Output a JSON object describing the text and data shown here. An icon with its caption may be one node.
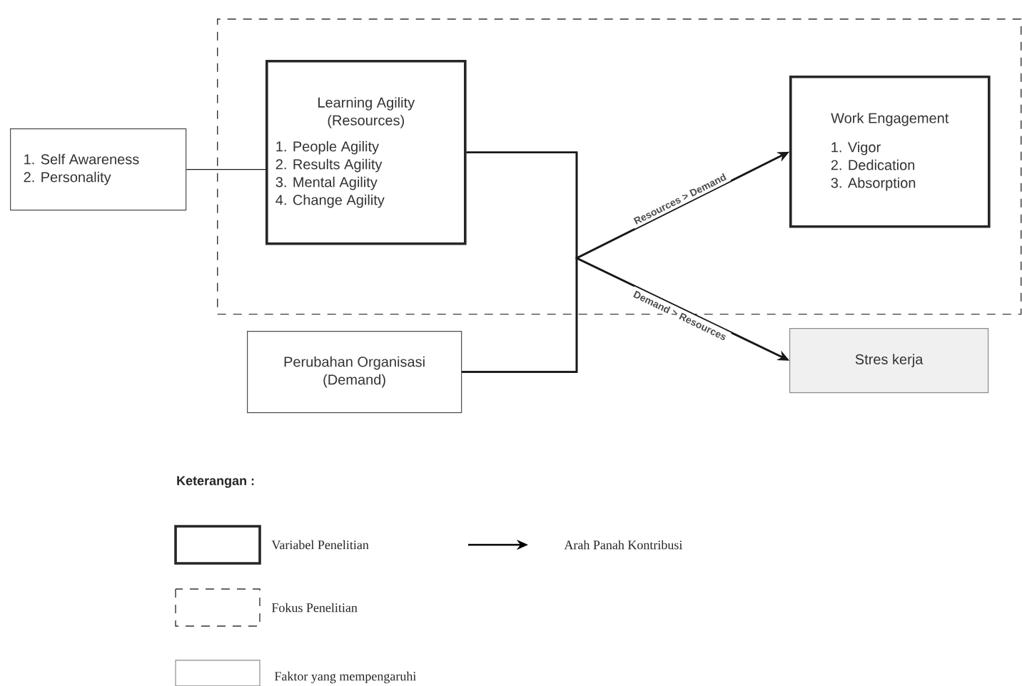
{
  "diagram": {
    "nodes": [
      {
        "text": [],
        "shape": "box"
      },
      {
        "text": [
          "1. Self Awareness",
          "2. Personality"
        ]
      },
      {
        "text": [
          "Learning Agility (Resources)",
          "1. People Agility",
          "2. Results Agility",
          "3. Mental Agility",
          "4. Change Agility"
        ],
        "in": 0
      },
      {
        "text": [
          "Work Engagement",
          "1. Vigor",
          "2. Dedication",
          "3. Absorption"
        ],
        "in": 0
      },
      {
        "text": [
          "Perubahan Organisasi (Demand)"
        ]
      },
      {
        "text": [
          "Stres kerja"
        ]
      }
    ],
    "edges": [
      {
        "from": 1,
        "to": 2,
        "arrow": "none"
      },
      {
        "from": 2,
        "to": 3,
        "arrow": "to",
        "label": "Resources > Demand"
      },
      {
        "from": 2,
        "to": 5,
        "arrow": "to"
      },
      {
        "from": 4,
        "to": 3,
        "arrow": "to"
      },
      {
        "from": 4,
        "to": 5,
        "arrow": "to",
        "label": "Demand > Resources"
      }
    ],
    "labels": [
      "Keterangan :"
    ],
    "legend": [
      {
        "text": "Variabel Penelitian"
      },
      {
        "text": "Arah Panah Kontribusi"
      },
      {
        "text": "Fokus Penelitian"
      },
      {
        "text": "Faktor yang mempengaruhi"
      }
    ]
  }
}
